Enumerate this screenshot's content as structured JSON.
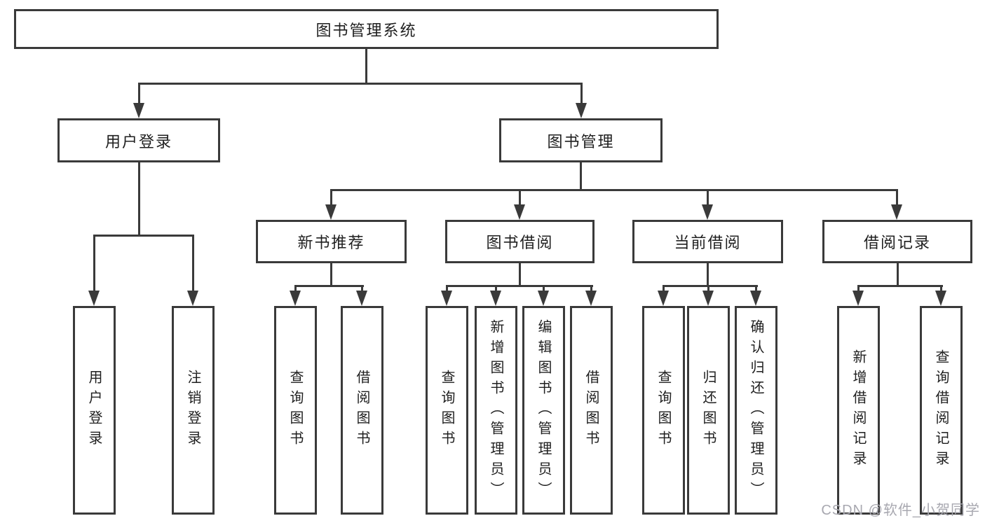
{
  "diagram": {
    "root": {
      "label": "图书管理系统"
    },
    "level2": [
      {
        "id": "user-login",
        "label": "用户登录"
      },
      {
        "id": "book-management",
        "label": "图书管理"
      }
    ],
    "level3": [
      {
        "id": "new-book-recommend",
        "label": "新书推荐"
      },
      {
        "id": "book-borrowing",
        "label": "图书借阅"
      },
      {
        "id": "current-borrowing",
        "label": "当前借阅"
      },
      {
        "id": "borrowing-records",
        "label": "借阅记录"
      }
    ],
    "level4": {
      "user_login_children": [
        {
          "label": "用户登录"
        },
        {
          "label": "注销登录"
        }
      ],
      "new_book_children": [
        {
          "label": "查询图书"
        },
        {
          "label": "借阅图书"
        }
      ],
      "book_borrowing_children": [
        {
          "label": "查询图书"
        },
        {
          "label": "新增图书（管理员）"
        },
        {
          "label": "编辑图书（管理员）"
        },
        {
          "label": "借阅图书"
        }
      ],
      "current_borrowing_children": [
        {
          "label": "查询图书"
        },
        {
          "label": "归还图书"
        },
        {
          "label": "确认归还（管理员）"
        }
      ],
      "records_children": [
        {
          "label": "新增借阅记录"
        },
        {
          "label": "查询借阅记录"
        }
      ]
    }
  },
  "watermark": {
    "text": "CSDN @软件_小贺同学"
  },
  "colors": {
    "line": "#3a3a3a",
    "text": "#1f1f1f",
    "watermark": "#a8a8b0",
    "background": "#ffffff"
  }
}
